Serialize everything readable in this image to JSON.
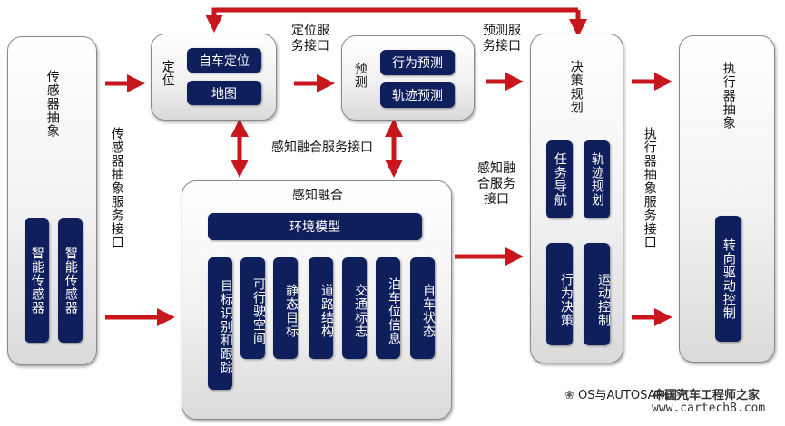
{
  "sensor": {
    "title": "传感器抽象",
    "smart1": "智能传感器",
    "smart2": "智能传感器"
  },
  "sensor_iface": "传感器抽象服务接口",
  "localization": {
    "title": "定位",
    "ego": "自车定位",
    "map": "地图"
  },
  "loc_iface": "定位服务接口",
  "prediction": {
    "title": "预测",
    "behavior": "行为预测",
    "trajectory": "轨迹预测"
  },
  "pred_iface": "预测服务接口",
  "fusion_iface_top": "感知融合服务接口",
  "fusion": {
    "title": "感知融合",
    "env_model": "环境模型",
    "items": [
      "目标识别和跟踪",
      "可行驶空间",
      "静态目标",
      "道路结构",
      "交通标志",
      "泊车位信息",
      "自车状态"
    ]
  },
  "fusion_iface_right": "感知融合服务接口",
  "planning": {
    "title": "决策规划",
    "task_nav": "任务导航",
    "traj_plan": "轨迹规划",
    "behavior_dec": "行为决策",
    "motion_ctrl": "运动控制"
  },
  "actuator_iface": "执行器抽象服务接口",
  "actuator": {
    "title": "执行器抽象",
    "steer": "转向驱动控制"
  },
  "watermark": {
    "wechat": "OS与AUTOSAR研究",
    "site_cn": "中国汽车工程师之家",
    "url": "www.cartech8.com"
  },
  "colors": {
    "arrow": "#c8161d",
    "pill": "#0f1f5c"
  }
}
